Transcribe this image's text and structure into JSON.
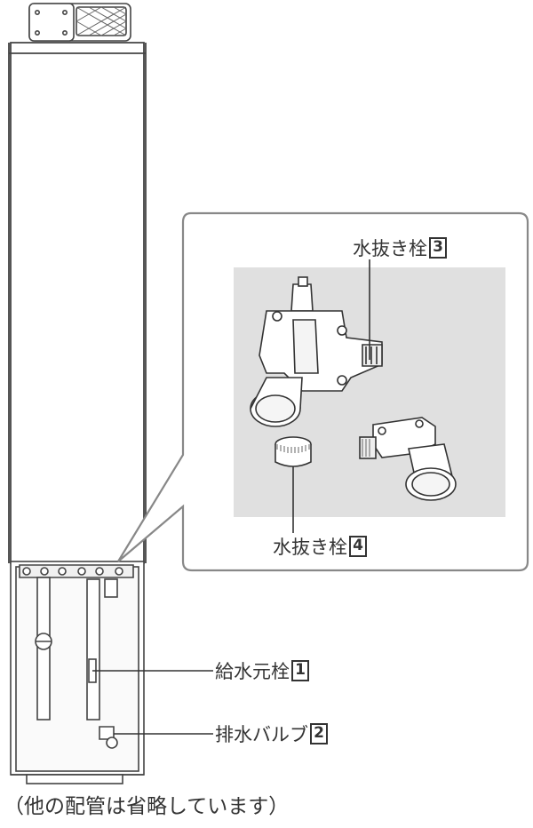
{
  "labels": {
    "drain_plug_3": {
      "text": "水抜き栓",
      "num": "3"
    },
    "drain_plug_4": {
      "text": "水抜き栓",
      "num": "4"
    },
    "supply_valve_1": {
      "text": "給水元栓",
      "num": "1"
    },
    "drain_valve_2": {
      "text": "排水バルブ",
      "num": "2"
    }
  },
  "caption": "（他の配管は省略しています）"
}
